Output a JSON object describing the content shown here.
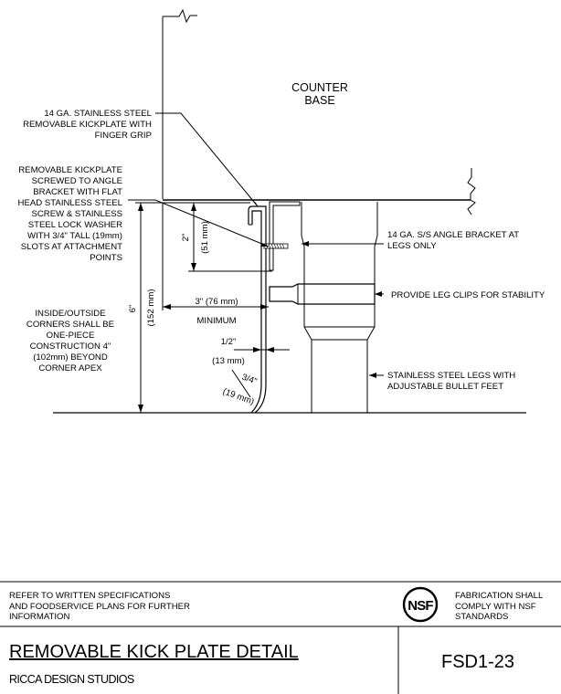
{
  "labels": {
    "counter_base": [
      "COUNTER",
      "BASE"
    ],
    "kickplate": [
      "14 GA. STAINLESS STEEL",
      "REMOVABLE KICKPLATE WITH",
      "FINGER GRIP"
    ],
    "screwed": [
      "REMOVABLE KICKPLATE",
      "SCREWED TO ANGLE",
      "BRACKET WITH FLAT",
      "HEAD  STAINLESS STEEL",
      "SCREW & STAINLESS",
      "STEEL LOCK WASHER",
      "WITH 3/4\" TALL (19mm)",
      "SLOTS AT ATTACHMENT",
      "POINTS"
    ],
    "corners": [
      "INSIDE/OUTSIDE",
      "CORNERS SHALL BE",
      "ONE-PIECE",
      "CONSTRUCTION 4\"",
      "(102mm) BEYOND",
      "CORNER APEX"
    ],
    "angle_bracket": [
      "14 GA. S/S ANGLE BRACKET AT",
      "LEGS ONLY"
    ],
    "leg_clips": "PROVIDE LEG CLIPS FOR STABILITY",
    "legs": [
      "STAINLESS STEEL LEGS WITH",
      "ADJUSTABLE BULLET FEET"
    ]
  },
  "dimensions": {
    "two_in": "2\"",
    "fifty_one_mm": "(51 mm)",
    "six_in": "6\"",
    "one_fifty_two_mm": "(152 mm)",
    "three_in": "3\" (76 mm)",
    "minimum": "MINIMUM",
    "half_in": "1/2\"",
    "thirteen_mm": "(13 mm)",
    "three_quarter_in": "3/4\"",
    "nineteen_mm": "(19 mm)"
  },
  "footer": {
    "refer": [
      "REFER TO WRITTEN SPECIFICATIONS",
      "AND FOODSERVICE PLANS FOR FURTHER",
      "INFORMATION"
    ],
    "nsf_logo": "NSF",
    "fabrication": [
      "FABRICATION SHALL",
      "COMPLY WITH NSF",
      "STANDARDS"
    ],
    "title": "REMOVABLE KICK PLATE DETAIL",
    "sheet_number": "FSD1-23",
    "studio": "RICCA DESIGN STUDIOS"
  }
}
